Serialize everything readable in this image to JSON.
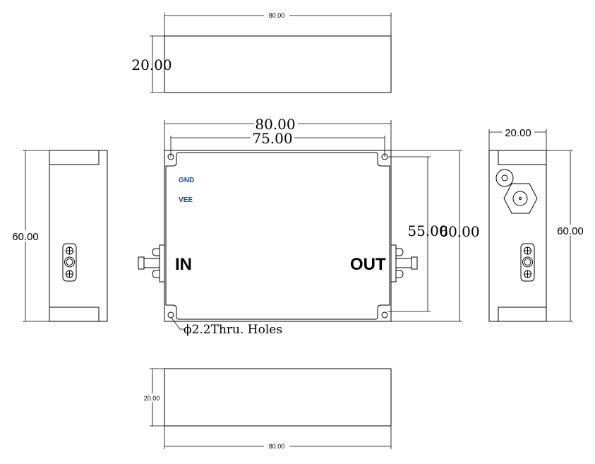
{
  "colors": {
    "label_blue": "#1a4aa0",
    "line": "#000000"
  },
  "top_view": {
    "width_dim": "80.00",
    "height_dim": "20.00"
  },
  "front_view": {
    "outer_width_dim": "80.00",
    "hole_spacing_dim": "75.00",
    "hole_vertical_dim": "55.00",
    "height_dim": "60.00",
    "gnd_label": "GND",
    "vee_label": "VEE",
    "in_label": "IN",
    "out_label": "OUT",
    "hole_note": "ϕ2.2Thru. Holes"
  },
  "left_view": {
    "height_dim": "60.00"
  },
  "right_view": {
    "width_dim": "20.00",
    "height_dim": "60.00"
  },
  "bottom_view": {
    "height_dim": "20.00",
    "width_dim": "80.00"
  }
}
